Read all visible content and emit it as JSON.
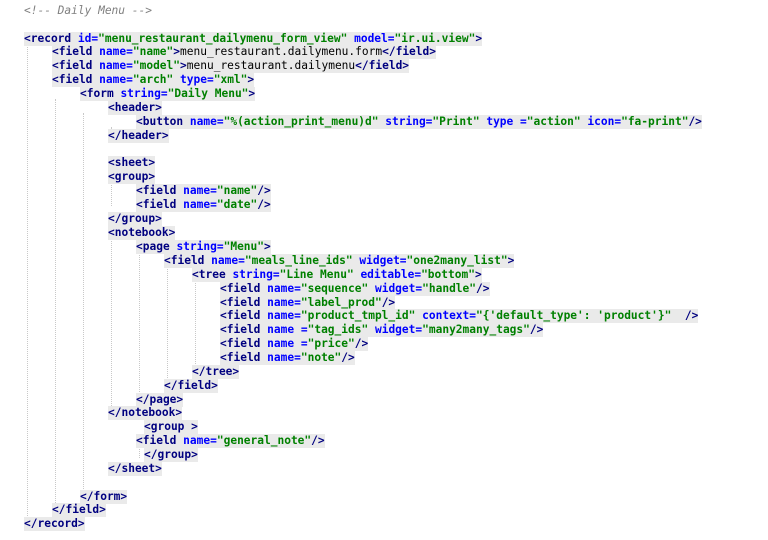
{
  "editor": {
    "language": "xml",
    "lines": [
      [
        [
          "cmt",
          "<!-- Daily Menu -->"
        ]
      ],
      [],
      [
        [
          "tag",
          "<record"
        ],
        [
          "txt",
          " "
        ],
        [
          "attr",
          "id="
        ],
        [
          "str",
          "\"menu_restaurant_dailymenu_form_view\""
        ],
        [
          "txt",
          " "
        ],
        [
          "attr",
          "model="
        ],
        [
          "str",
          "\"ir.ui.view\""
        ],
        [
          "tag",
          ">"
        ]
      ],
      [
        [
          "tag",
          "<field"
        ],
        [
          "txt",
          " "
        ],
        [
          "attr",
          "name="
        ],
        [
          "str",
          "\"name\""
        ],
        [
          "tag",
          ">"
        ],
        [
          "txt",
          "menu_restaurant.dailymenu.form"
        ],
        [
          "tag",
          "</field>"
        ]
      ],
      [
        [
          "tag",
          "<field"
        ],
        [
          "txt",
          " "
        ],
        [
          "attr",
          "name="
        ],
        [
          "str",
          "\"model\""
        ],
        [
          "tag",
          ">"
        ],
        [
          "txt",
          "menu_restaurant.dailymenu"
        ],
        [
          "tag",
          "</field>"
        ]
      ],
      [
        [
          "tag",
          "<field"
        ],
        [
          "txt",
          " "
        ],
        [
          "attr",
          "name="
        ],
        [
          "str",
          "\"arch\""
        ],
        [
          "txt",
          " "
        ],
        [
          "attr",
          "type="
        ],
        [
          "str",
          "\"xml\""
        ],
        [
          "tag",
          ">"
        ]
      ],
      [
        [
          "tag",
          "<form"
        ],
        [
          "txt",
          " "
        ],
        [
          "attr",
          "string="
        ],
        [
          "str",
          "\"Daily Menu\""
        ],
        [
          "tag",
          ">"
        ]
      ],
      [
        [
          "tag",
          "<header>"
        ]
      ],
      [
        [
          "tag",
          "<button"
        ],
        [
          "txt",
          " "
        ],
        [
          "attr",
          "name="
        ],
        [
          "str",
          "\"%(action_print_menu)d\""
        ],
        [
          "txt",
          " "
        ],
        [
          "attr",
          "string="
        ],
        [
          "str",
          "\"Print\""
        ],
        [
          "txt",
          " "
        ],
        [
          "attr",
          "type ="
        ],
        [
          "str",
          "\"action\""
        ],
        [
          "txt",
          " "
        ],
        [
          "attr",
          "icon="
        ],
        [
          "str",
          "\"fa-print\""
        ],
        [
          "tag",
          "/>"
        ]
      ],
      [
        [
          "tag",
          "</header>"
        ]
      ],
      [],
      [
        [
          "tag",
          "<sheet>"
        ]
      ],
      [
        [
          "tag",
          "<group>"
        ]
      ],
      [
        [
          "tag",
          "<field"
        ],
        [
          "txt",
          " "
        ],
        [
          "attr",
          "name="
        ],
        [
          "str",
          "\"name\""
        ],
        [
          "tag",
          "/>"
        ]
      ],
      [
        [
          "tag",
          "<field"
        ],
        [
          "txt",
          " "
        ],
        [
          "attr",
          "name="
        ],
        [
          "str",
          "\"date\""
        ],
        [
          "tag",
          "/>"
        ]
      ],
      [
        [
          "tag",
          "</group>"
        ]
      ],
      [
        [
          "tag",
          "<notebook>"
        ]
      ],
      [
        [
          "tag",
          "<page"
        ],
        [
          "txt",
          " "
        ],
        [
          "attr",
          "string="
        ],
        [
          "str",
          "\"Menu\""
        ],
        [
          "tag",
          ">"
        ]
      ],
      [
        [
          "tag",
          "<field"
        ],
        [
          "txt",
          " "
        ],
        [
          "attr",
          "name="
        ],
        [
          "str",
          "\"meals_line_ids\""
        ],
        [
          "txt",
          " "
        ],
        [
          "attr",
          "widget="
        ],
        [
          "str",
          "\"one2many_list\""
        ],
        [
          "tag",
          ">"
        ]
      ],
      [
        [
          "tag",
          "<tree"
        ],
        [
          "txt",
          " "
        ],
        [
          "attr",
          "string="
        ],
        [
          "str",
          "\"Line Menu\""
        ],
        [
          "txt",
          " "
        ],
        [
          "attr",
          "editable="
        ],
        [
          "str",
          "\"bottom\""
        ],
        [
          "tag",
          ">"
        ]
      ],
      [
        [
          "tag",
          "<field"
        ],
        [
          "txt",
          " "
        ],
        [
          "attr",
          "name="
        ],
        [
          "str",
          "\"sequence\""
        ],
        [
          "txt",
          " "
        ],
        [
          "attr",
          "widget="
        ],
        [
          "str",
          "\"handle\""
        ],
        [
          "tag",
          "/>"
        ]
      ],
      [
        [
          "tag",
          "<field"
        ],
        [
          "txt",
          " "
        ],
        [
          "attr",
          "name="
        ],
        [
          "str",
          "\"label_prod\""
        ],
        [
          "tag",
          "/>"
        ]
      ],
      [
        [
          "tag",
          "<field"
        ],
        [
          "txt",
          " "
        ],
        [
          "attr",
          "name="
        ],
        [
          "str",
          "\"product_tmpl_id\""
        ],
        [
          "txt",
          " "
        ],
        [
          "attr",
          "context="
        ],
        [
          "str",
          "\"{'default_type': 'product'}\""
        ],
        [
          "txt",
          "  "
        ],
        [
          "tag",
          "/>"
        ]
      ],
      [
        [
          "tag",
          "<field"
        ],
        [
          "txt",
          " "
        ],
        [
          "attr",
          "name ="
        ],
        [
          "str",
          "\"tag_ids\""
        ],
        [
          "txt",
          " "
        ],
        [
          "attr",
          "widget="
        ],
        [
          "str",
          "\"many2many_tags\""
        ],
        [
          "tag",
          "/>"
        ]
      ],
      [
        [
          "tag",
          "<field"
        ],
        [
          "txt",
          " "
        ],
        [
          "attr",
          "name ="
        ],
        [
          "str",
          "\"price\""
        ],
        [
          "tag",
          "/>"
        ]
      ],
      [
        [
          "tag",
          "<field"
        ],
        [
          "txt",
          " "
        ],
        [
          "attr",
          "name="
        ],
        [
          "str",
          "\"note\""
        ],
        [
          "tag",
          "/>"
        ]
      ],
      [
        [
          "tag",
          "</tree>"
        ]
      ],
      [
        [
          "tag",
          "</field>"
        ]
      ],
      [
        [
          "tag",
          "</page>"
        ]
      ],
      [
        [
          "tag",
          "</notebook>"
        ]
      ],
      [
        [
          "tag",
          "<group"
        ],
        [
          "txt",
          " "
        ],
        [
          "tag",
          ">"
        ]
      ],
      [
        [
          "tag",
          "<field"
        ],
        [
          "txt",
          " "
        ],
        [
          "attr",
          "name="
        ],
        [
          "str",
          "\"general_note\""
        ],
        [
          "tag",
          "/>"
        ]
      ],
      [
        [
          "tag",
          "</group>"
        ]
      ],
      [
        [
          "tag",
          "</sheet>"
        ]
      ],
      [],
      [
        [
          "tag",
          "</form>"
        ]
      ],
      [
        [
          "tag",
          "</field>"
        ]
      ],
      [
        [
          "tag",
          "</record>"
        ]
      ]
    ]
  }
}
